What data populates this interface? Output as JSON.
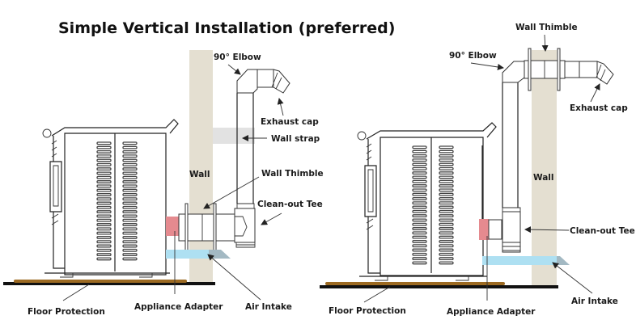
{
  "title": "Simple Vertical Installation (preferred)",
  "colors": {
    "wall": "#e4dfd1",
    "wall_strap": "#e2e2e2",
    "appliance_adapter": "#e58a8f",
    "air_intake": "#aee0f2",
    "air_intake_end": "#a3b9c3",
    "floor_protection": "#9c6a22",
    "floor": "#111111"
  },
  "diagrams": [
    {
      "name": "simple-vertical",
      "labels": {
        "elbow": "90° Elbow",
        "exhaust_cap": "Exhaust cap",
        "wall_strap": "Wall strap",
        "wall": "Wall",
        "wall_thimble": "Wall Thimble",
        "clean_out_tee": "Clean-out Tee",
        "floor_protection": "Floor Protection",
        "appliance_adapter": "Appliance Adapter",
        "air_intake": "Air Intake"
      }
    },
    {
      "name": "through-wall-vertical",
      "labels": {
        "wall_thimble": "Wall Thimble",
        "elbow": "90° Elbow",
        "exhaust_cap": "Exhaust cap",
        "wall": "Wall",
        "clean_out_tee": "Clean-out Tee",
        "floor_protection": "Floor Protection",
        "appliance_adapter": "Appliance Adapter",
        "air_intake": "Air Intake"
      }
    }
  ]
}
